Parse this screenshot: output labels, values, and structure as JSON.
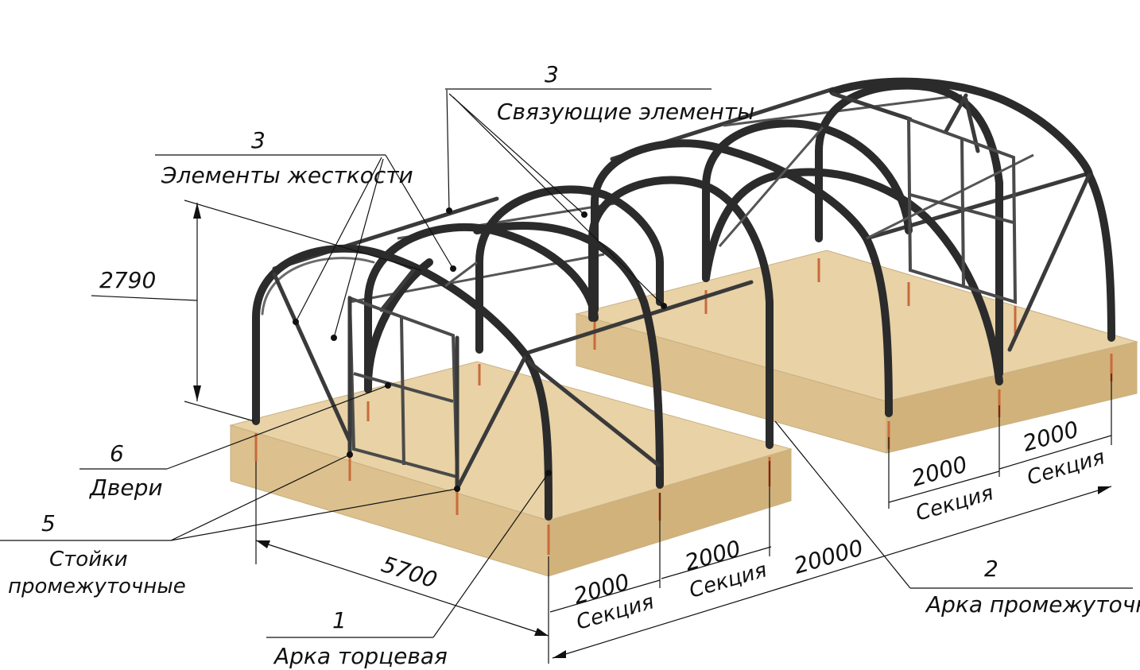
{
  "labels": {
    "arch_end": {
      "number": "1",
      "text": "Арка торцевая"
    },
    "arch_intermediate": {
      "number": "2",
      "text": "Арка промежуточная"
    },
    "stiffeners": {
      "number": "3",
      "text": "Элементы жесткости"
    },
    "connecting": {
      "number": "3",
      "text": "Связующие элементы"
    },
    "posts": {
      "number": "5",
      "line1": "Стойки",
      "line2": "промежуточные"
    },
    "doors": {
      "number": "6",
      "text": "Двери"
    }
  },
  "dimensions": {
    "height": "2790",
    "width": "5700",
    "length": "20000",
    "section_front_a": {
      "value": "2000",
      "caption": "Секция"
    },
    "section_front_b": {
      "value": "2000",
      "caption": "Секция"
    },
    "section_back_a": {
      "value": "2000",
      "caption": "Секция"
    },
    "section_back_b": {
      "value": "2000",
      "caption": "Секция"
    }
  },
  "colors": {
    "base": "#e8d2a6",
    "frame": "#2b2b2b",
    "peg": "#c96a3a"
  }
}
